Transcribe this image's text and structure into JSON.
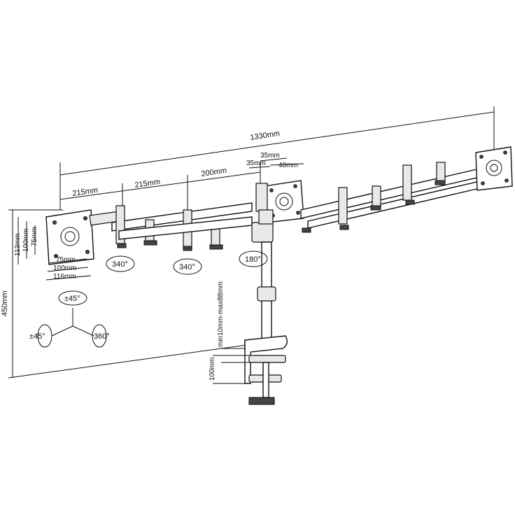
{
  "dimensions": {
    "total_width": "1330mm",
    "arm_segment_1": "215mm",
    "arm_segment_2": "215mm",
    "arm_segment_3": "200mm",
    "center_offset_a": "35mm",
    "center_offset_b": "35mm",
    "center_offset_c": "48mm",
    "height_total": "450mm",
    "vesa_h_113": "113mm",
    "vesa_h_100": "100mm",
    "vesa_h_75": "75mm",
    "vesa_w_75": "75mm",
    "vesa_w_100": "100mm",
    "vesa_w_116": "116mm",
    "desk_thickness": "min10mm-max88mm",
    "clamp_depth": "100mm"
  },
  "rotations": {
    "joint_left": "340°",
    "joint_mid": "340°",
    "joint_center": "180°",
    "tilt_top": "±45°",
    "tilt_side": "±45°",
    "rotate": "360°"
  }
}
